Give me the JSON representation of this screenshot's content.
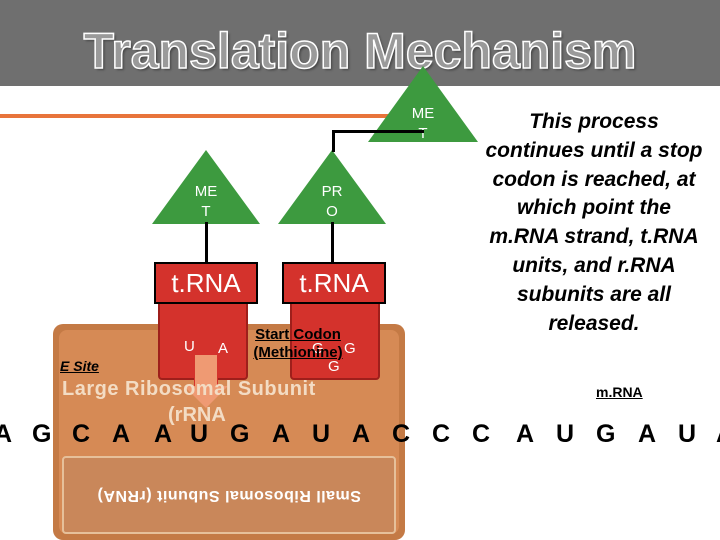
{
  "slide": {
    "title": "Translation Mechanism",
    "description": "This process continues until a stop codon is reached, at which point the m.RNA strand, t.RNA units, and r.RNA subunits are all released."
  },
  "ribosome": {
    "large_subunit_label": "Large Ribosomal Subunit",
    "large_subunit_rrna": "(rRNA",
    "small_subunit_label": "Small Ribosomal Subunit (rRNA)",
    "e_site_label": "E Site"
  },
  "trna_left": {
    "label": "t.RNA",
    "amino_acid": [
      "ME",
      "T"
    ],
    "anticodon": [
      "U",
      "A"
    ]
  },
  "trna_right": {
    "label": "t.RNA",
    "amino_acid": [
      "PR",
      "O"
    ],
    "anticodon": [
      "G",
      "G",
      "G"
    ],
    "annotation_title": "Start Codon",
    "annotation_sub": "(Methionine)"
  },
  "released_amino_acid": [
    "ME",
    "T"
  ],
  "mrna": {
    "label": "m.RNA",
    "bases": [
      "A",
      "G",
      "C",
      "A",
      "A",
      "U",
      "G",
      "A",
      "U",
      "A",
      "C",
      "C",
      "C",
      "A",
      "U",
      "G",
      "A",
      "U",
      "A"
    ]
  },
  "colors": {
    "title_band": "#6f6f6f",
    "accent": "#e8743b",
    "trna_red": "#d4322c",
    "ribosome": "#c47a45",
    "amino_acid_green": "#3d9a3f"
  }
}
